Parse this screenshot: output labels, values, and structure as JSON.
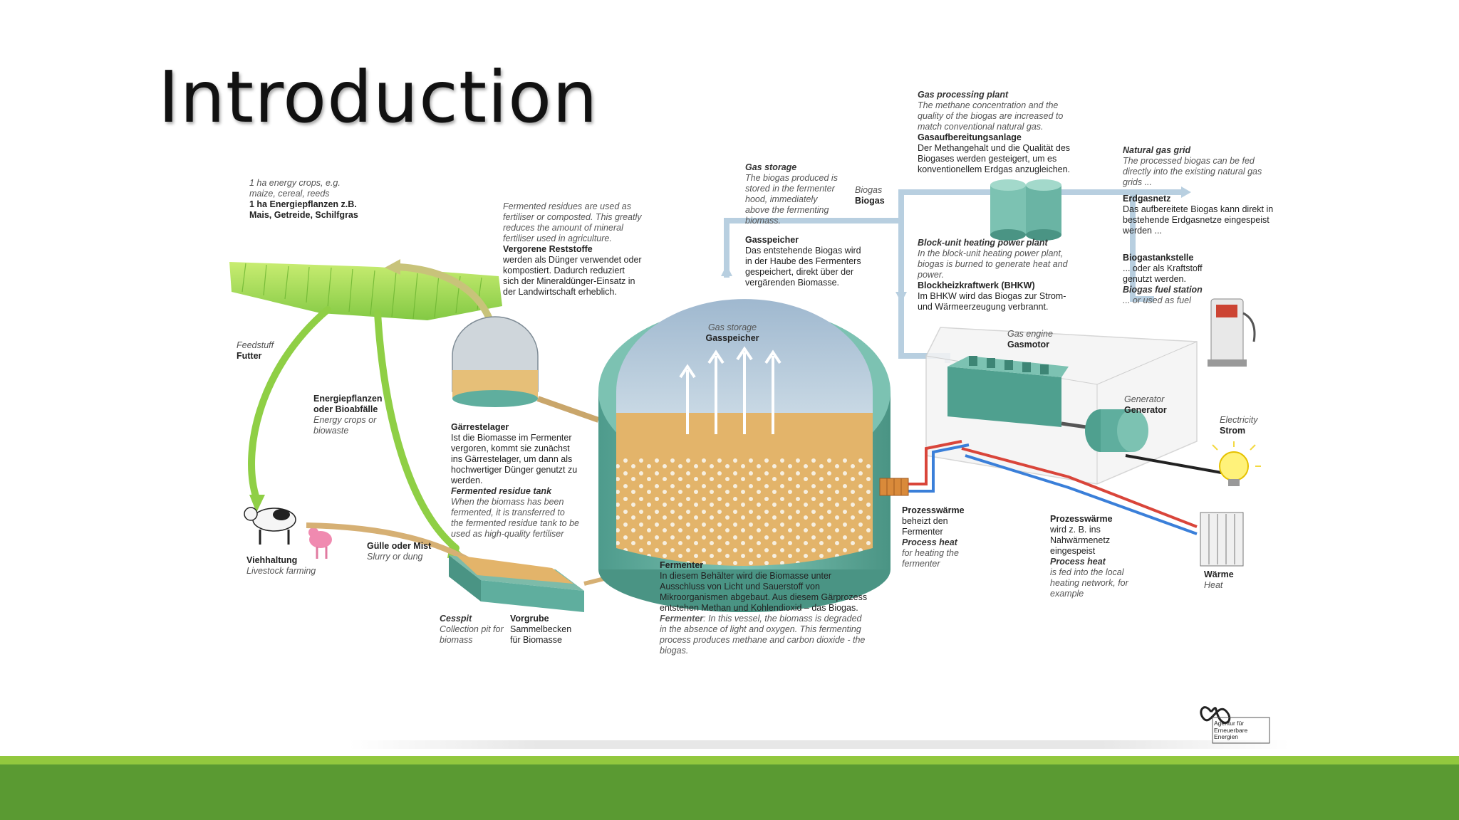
{
  "slide": {
    "title": "Introduction"
  },
  "labels": {
    "crops": {
      "en": "1 ha energy crops, e.g. maize, cereal, reeds",
      "de": "1 ha Energiepflanzen z.B. Mais, Getreide, Schilfgras"
    },
    "feedstuff": {
      "en": "Feedstuff",
      "de": "Futter"
    },
    "energycrops": {
      "de": "Energiepflanzen oder Bioabfälle",
      "en": "Energy crops or biowaste"
    },
    "livestock": {
      "de": "Viehhaltung",
      "en": "Livestock farming"
    },
    "slurry": {
      "de": "Gülle oder Mist",
      "en": "Slurry or dung"
    },
    "fermented": {
      "en": "Fermented residues are used as fertiliser or composted. This greatly reduces the amount of mineral fertiliser used in agriculture.",
      "de": "Vergorene Reststoffe",
      "de_txt": "werden als Dünger verwendet oder kompostiert. Dadurch reduziert sich der Mineraldünger-Einsatz in der Landwirtschaft erheblich."
    },
    "residuetank": {
      "de": "Gärrestelager",
      "de_txt": "Ist die Biomasse im Fermenter vergoren, kommt sie zunächst ins Gärrestelager, um dann als hochwertiger Dünger genutzt zu werden.",
      "en": "Fermented residue tank",
      "en_txt": "When the biomass has been fermented, it is transferred to the fermented residue tank to be used as high-quality fertiliser"
    },
    "cesspit": {
      "en": "Cesspit",
      "en_txt": "Collection pit for biomass"
    },
    "vorgrube": {
      "de": "Vorgrube",
      "de_txt": "Sammelbecken für Biomasse"
    },
    "gasstorage": {
      "en": "Gas storage",
      "en_txt": "The biogas produced is stored in the fermenter hood, immediately above the fermenting biomass."
    },
    "biogas": {
      "en": "Biogas",
      "de": "Biogas"
    },
    "gasspeicher": {
      "de": "Gasspeicher",
      "de_txt": "Das entstehende Biogas wird in der Haube des Fermenters gespeichert, direkt über der vergärenden Biomasse."
    },
    "dome": {
      "en": "Gas storage",
      "de": "Gasspeicher"
    },
    "fermenter": {
      "de": "Fermenter",
      "de_txt": "In diesem Behälter wird die Biomasse unter Ausschluss von Licht und Sauerstoff von Mikroorganismen abgebaut. Aus diesem Gärprozess entstehen Methan und Kohlendioxid – das Biogas.",
      "en": "Fermenter",
      "en_txt": ": In this vessel, the biomass is degraded in the absence of light and oxygen. This fermenting process produces methane and carbon dioxide - the biogas."
    },
    "processing": {
      "en": "Gas processing plant",
      "en_txt": "The methane concentration and the quality of the biogas are increased to match conventional natural gas.",
      "de": "Gasaufbereitungsanlage",
      "de_txt": "Der Methangehalt und die Qualität des Biogases werden gesteigert, um es konventionellem Erdgas anzugleichen."
    },
    "naturalgas": {
      "en": "Natural gas grid",
      "en_txt": "The processed biogas can be fed directly into the existing natural gas grids ...",
      "de": "Erdgasnetz",
      "de_txt": "Das aufbereitete Biogas kann direkt in bestehende Erdgasnetze eingespeist werden ..."
    },
    "fuelstation": {
      "de": "Biogastankstelle",
      "de_txt": "... oder als Kraftstoff genutzt werden.",
      "en": "Biogas fuel station",
      "en_txt": "... or used as fuel"
    },
    "bhkw": {
      "en": "Block-unit heating power plant",
      "en_txt": "In the block-unit heating power plant, biogas is burned to generate heat and power.",
      "de": "Blockheizkraftwerk (BHKW)",
      "de_txt": "Im BHKW wird das Biogas zur Strom- und Wärmeerzeugung verbrannt."
    },
    "engine": {
      "en": "Gas engine",
      "de": "Gasmotor"
    },
    "generator": {
      "en": "Generator",
      "de": "Generator"
    },
    "electricity": {
      "en": "Electricity",
      "de": "Strom"
    },
    "heat1": {
      "de": "Prozesswärme",
      "de_txt": "beheizt den Fermenter",
      "en": "Process heat",
      "en_txt": "for heating the fermenter"
    },
    "heat2": {
      "de": "Prozesswärme",
      "de_txt": "wird z. B. ins Nahwärmenetz eingespeist",
      "en": "Process heat",
      "en_txt": "is fed into the local heating network, for example"
    },
    "waerme": {
      "de": "Wärme",
      "en": "Heat"
    }
  },
  "logo": {
    "text": "Agentur für Erneuerbare Energien"
  },
  "colors": {
    "footer_light": "#92c83e",
    "footer_dark": "#5a9a32",
    "tank": "#5fae9e",
    "biomass": "#e3b46a",
    "pipe": "#b8cfe0"
  }
}
